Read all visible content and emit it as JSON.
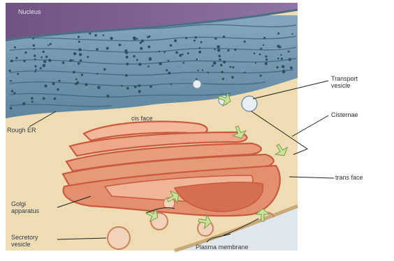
{
  "diagram": {
    "labels": {
      "nucleus": "Nucleus",
      "transport_vesicle_line1": "Transport",
      "transport_vesicle_line2": "vesicle",
      "cis_face": "cis face",
      "cisternae": "Cisternae",
      "rough_er": "Rough ER",
      "trans_face": "trans face",
      "golgi_line1": "Golgi",
      "golgi_line2": "apparatus",
      "secretory_line1": "Secretory",
      "secretory_line2": "vesicle",
      "plasma_membrane": "Plasma membrane"
    },
    "colors": {
      "nucleus": "#7b5f8f",
      "rough_er": "#6f93ad",
      "er_dark": "#3f6780",
      "cytoplasm": "#efdcb3",
      "golgi_fill": "#e79a78",
      "golgi_edge": "#c95a3e",
      "extracellular": "#dfe6ec",
      "vesicle": "#f2d2b8"
    }
  }
}
